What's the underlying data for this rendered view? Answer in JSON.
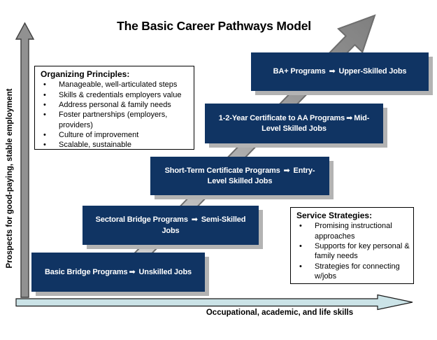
{
  "title": "The Basic Career Pathways Model",
  "axes": {
    "y_label": "Prospects for good-paying, stable employment",
    "x_label": "Occupational, academic, and life skills"
  },
  "glyphs": {
    "flow_arrow": "➡",
    "bullet": "•"
  },
  "colors": {
    "pathway_box": "#103463",
    "box_shadow": "#b3b3b3",
    "growth_arrow_light": "#d9d9d9",
    "growth_arrow_dark": "#7f7f7f",
    "y_axis_arrow": "#919191",
    "x_axis_arrow": "#cbe3e7",
    "text_on_box": "#ffffff"
  },
  "pathway_boxes": [
    {
      "program": "Basic Bridge Programs",
      "outcome": "Unskilled Jobs"
    },
    {
      "program": "Sectoral Bridge Programs",
      "outcome": "Semi-Skilled Jobs"
    },
    {
      "program": "Short-Term Certificate Programs",
      "outcome": "Entry-Level Skilled Jobs"
    },
    {
      "program": "1-2-Year Certificate to AA Programs",
      "outcome": "Mid-Level Skilled Jobs"
    },
    {
      "program": "BA+ Programs",
      "outcome": "Upper-Skilled Jobs"
    }
  ],
  "organizing_principles": {
    "title": "Organizing Principles:",
    "items": [
      "Manageable, well-articulated steps",
      "Skills & credentials employers value",
      "Address personal & family needs",
      "Foster partnerships (employers, providers)",
      "Culture of improvement",
      "Scalable, sustainable"
    ]
  },
  "service_strategies": {
    "title": "Service Strategies:",
    "items": [
      "Promising instructional approaches",
      "Supports for key personal & family needs",
      "Strategies for connecting w/jobs"
    ]
  }
}
